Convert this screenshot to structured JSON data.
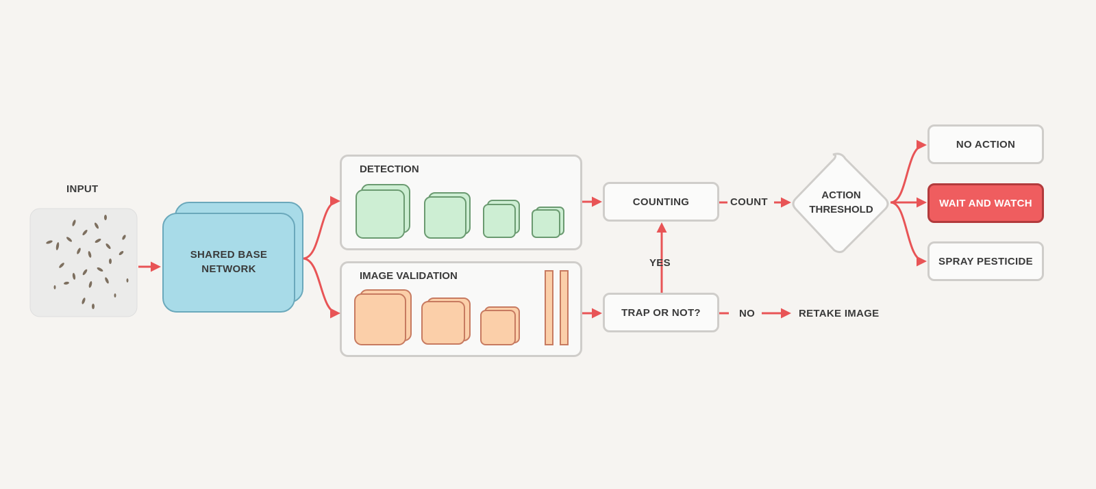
{
  "input": {
    "label": "INPUT"
  },
  "shared_network": {
    "label_line1": "SHARED BASE",
    "label_line2": "NETWORK"
  },
  "detection": {
    "title": "DETECTION"
  },
  "validation": {
    "title": "IMAGE VALIDATION"
  },
  "counting": {
    "label": "COUNTING"
  },
  "trap_check": {
    "label": "TRAP OR NOT?"
  },
  "edges": {
    "count": "COUNT",
    "yes": "YES",
    "no": "NO"
  },
  "retake": {
    "label": "RETAKE IMAGE"
  },
  "threshold": {
    "label_line1": "ACTION",
    "label_line2": "THRESHOLD"
  },
  "outcomes": {
    "no_action": "NO ACTION",
    "wait_watch": "WAIT AND WATCH",
    "spray": "SPRAY PESTICIDE"
  },
  "colors": {
    "arrow": "#e85456",
    "network_fill": "#a8dbe8",
    "detection_fill": "#cdeed3",
    "validation_fill": "#fbcfa9",
    "highlight": "#ef5d5f"
  }
}
